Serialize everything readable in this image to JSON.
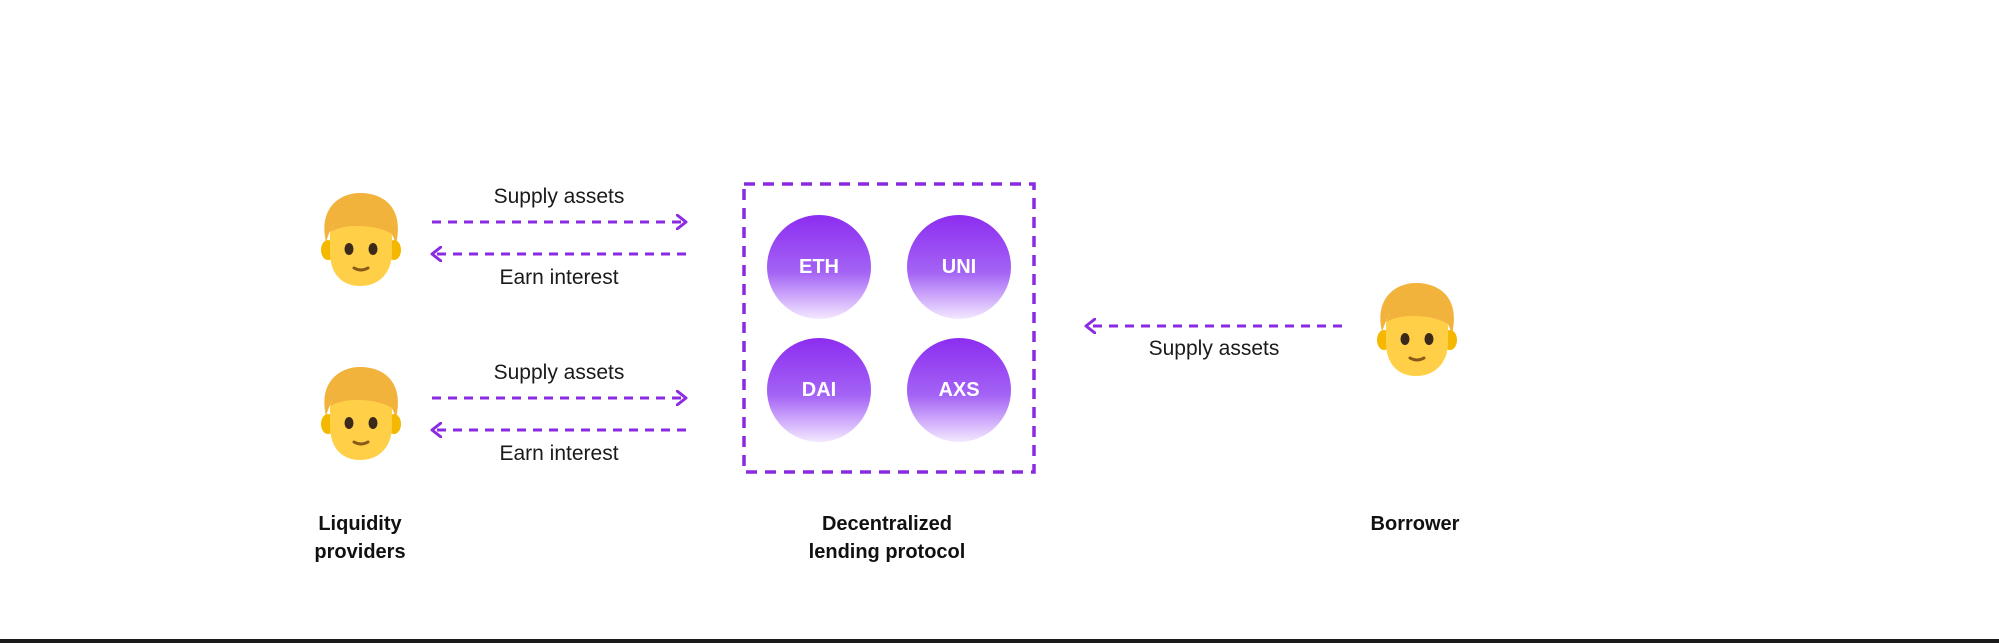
{
  "colors": {
    "accent": "#8a2be2",
    "token_top": "#8c2df0",
    "token_bottom": "#f3e8ff",
    "hair": "#f2b33d",
    "skin": "#ffcf48"
  },
  "icons": {
    "person": "person-blond-hair-emoji"
  },
  "providers": {
    "caption_line1": "Liquidity",
    "caption_line2": "providers",
    "rows": [
      {
        "supply_label": "Supply assets",
        "earn_label": "Earn interest"
      },
      {
        "supply_label": "Supply assets",
        "earn_label": "Earn interest"
      }
    ]
  },
  "protocol": {
    "caption_line1": "Decentralized",
    "caption_line2": "lending protocol",
    "tokens": [
      "ETH",
      "UNI",
      "DAI",
      "AXS"
    ]
  },
  "borrower": {
    "caption": "Borrower",
    "supply_label": "Supply assets"
  }
}
